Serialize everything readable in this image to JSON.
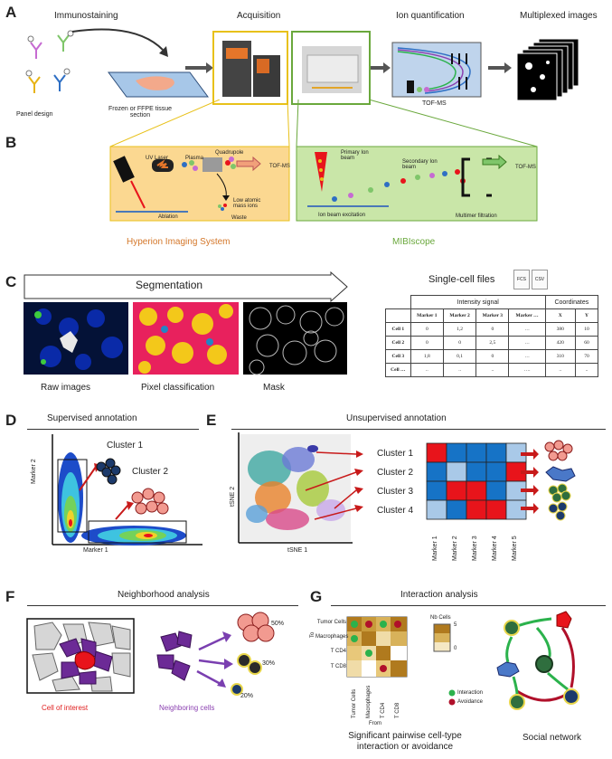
{
  "panels": {
    "A": {
      "letter": "A",
      "immunostaining": "Immunostaining",
      "acquisition": "Acquisition",
      "ion_quantification": "Ion quantification",
      "multiplexed_images": "Multiplexed images",
      "panel_design": "Panel design",
      "tissue_section": "Frozen or FFPE tissue section",
      "tof_ms": "TOF-MS"
    },
    "B": {
      "letter": "B",
      "uv_laser": "UV Laser",
      "plasma": "Plasma",
      "quadrupole": "Quadrupole",
      "tof_ms_left": "TOF-MS",
      "ablation": "Ablation",
      "low_atomic": "Low atomic mass ions",
      "waste": "Waste",
      "hyperion": "Hyperion Imaging System",
      "primary_ion": "Primary Ion beam",
      "secondary_ion": "Secondary Ion beam",
      "tof_ms_right": "TOF-MS",
      "ion_beam_exc": "Ion beam excitation",
      "multimer": "Multimer filtration",
      "mibiscope": "MIBIscope"
    },
    "C": {
      "letter": "C",
      "segmentation": "Segmentation",
      "single_cell_files": "Single-cell files",
      "fcs_icon": "FCS",
      "csv_icon": "CSV",
      "raw_images": "Raw images",
      "pixel_classification": "Pixel classification",
      "mask": "Mask",
      "table": {
        "group1": "Intensity signal",
        "group2": "Coordinates",
        "headers": [
          "Marker 1",
          "Marker 2",
          "Marker 3",
          "Marker …",
          "X",
          "Y"
        ],
        "rows": [
          [
            "Cell 1",
            "0",
            "1,2",
            "0",
            "…",
            "380",
            "10"
          ],
          [
            "Cell 2",
            "0",
            "0",
            "2,5",
            "…",
            "420",
            "60"
          ],
          [
            "Cell 3",
            "1,8",
            "0,1",
            "0",
            "…",
            "310",
            "70"
          ],
          [
            "Cell …",
            "..",
            "..",
            "..",
            "….",
            "..",
            ".."
          ]
        ]
      }
    },
    "D": {
      "letter": "D",
      "title": "Supervised annotation",
      "cluster1": "Cluster 1",
      "cluster2": "Cluster 2",
      "marker2": "Marker 2",
      "marker1": "Marker 1"
    },
    "E": {
      "letter": "E",
      "title": "Unsupervised annotation",
      "tsne2": "tSNE 2",
      "tsne1": "tSNE 1",
      "clusters": [
        "Cluster 1",
        "Cluster 2",
        "Cluster 3",
        "Cluster 4"
      ],
      "markers": [
        "Marker 1",
        "Marker 2",
        "Marker 3",
        "Marker 4",
        "Marker 5"
      ],
      "heatmap": [
        [
          "#e8141b",
          "#1673c6",
          "#1673c6",
          "#1673c6",
          "#a9c9e8"
        ],
        [
          "#1673c6",
          "#a9c9e8",
          "#1673c6",
          "#1673c6",
          "#e8141b"
        ],
        [
          "#1673c6",
          "#e8141b",
          "#e8141b",
          "#1673c6",
          "#a9c9e8"
        ],
        [
          "#a9c9e8",
          "#1673c6",
          "#e8141b",
          "#e8141b",
          "#a9c9e8"
        ]
      ]
    },
    "F": {
      "letter": "F",
      "title": "Neighborhood analysis",
      "cell_of_interest": "Cell of interest",
      "neighboring_cells": "Neighboring cells",
      "pct1": "50%",
      "pct2": "30%",
      "pct3": "20%"
    },
    "G": {
      "letter": "G",
      "title": "Interaction analysis",
      "to": "To",
      "from": "From",
      "rows": [
        "Tumor Cells",
        "Macrophages",
        "T CD4",
        "T CD8"
      ],
      "cols": [
        "Tumor Cells",
        "Macrophages",
        "T CD4",
        "T CD8"
      ],
      "nb_cells": "Nb Cells",
      "scale_max": "5",
      "scale_min": "0",
      "interaction": "Interaction",
      "avoidance": "Avoidance",
      "caption": "Significant pairwise cell-type interaction or avoidance",
      "social_network": "Social network"
    }
  },
  "colors": {
    "hyperion_orange": "#d4772a",
    "mibi_green": "#6aa83c",
    "heat_red": "#e8141b",
    "heat_blue": "#1673c6",
    "heat_light": "#a9c9e8",
    "interaction_green": "#2bb24c",
    "avoidance_red": "#b0102a"
  }
}
